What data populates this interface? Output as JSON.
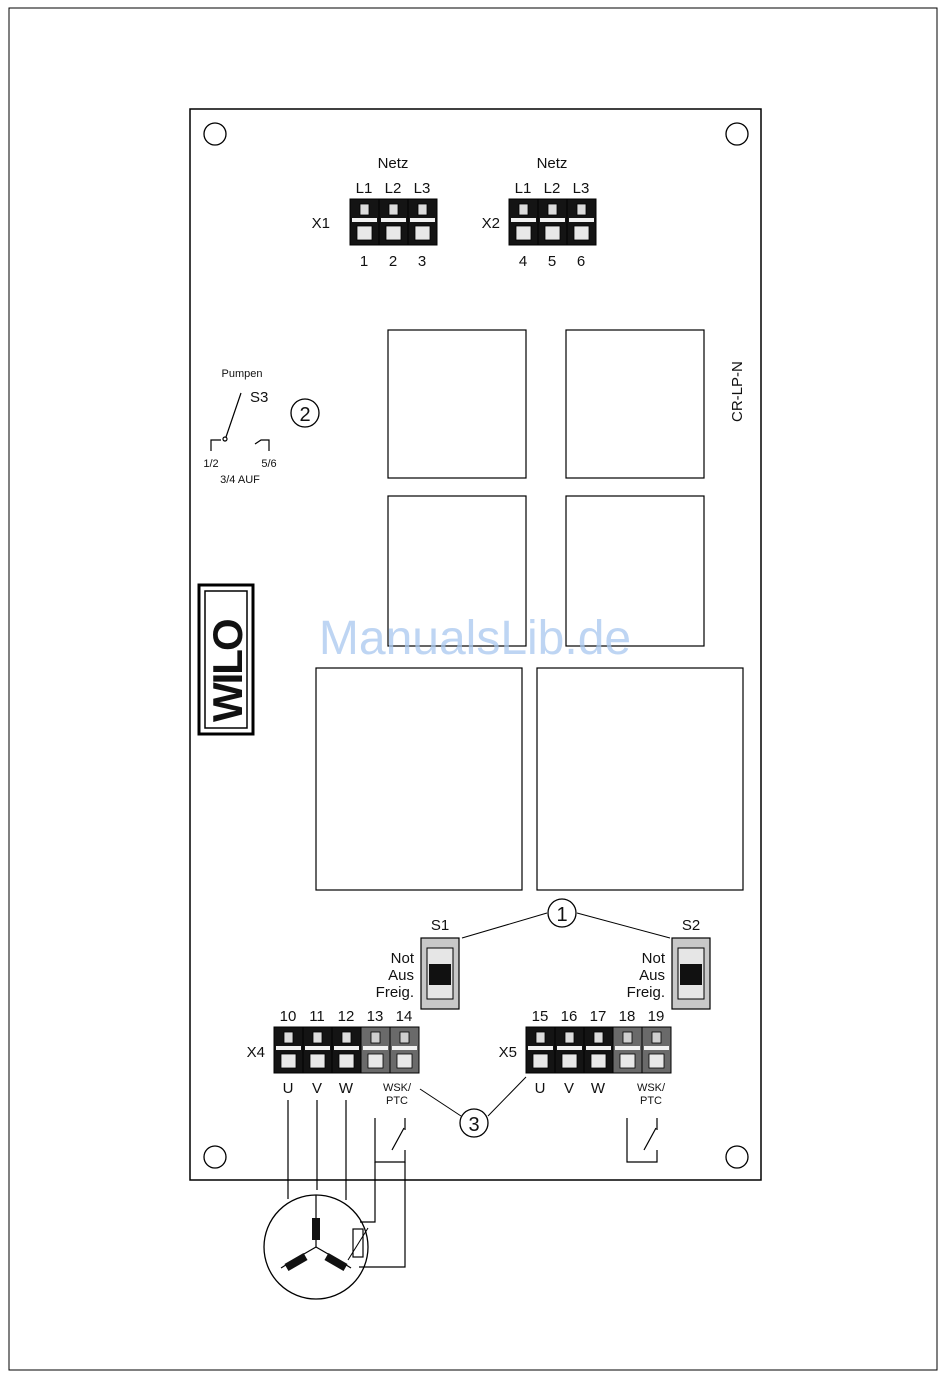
{
  "watermark": "ManualsLib.de",
  "board": {
    "model": "CR-LP-N",
    "logo": "WILO"
  },
  "x1": {
    "name": "X1",
    "group": "Netz",
    "phases": [
      "L1",
      "L2",
      "L3"
    ],
    "numbers": [
      "1",
      "2",
      "3"
    ]
  },
  "x2": {
    "name": "X2",
    "group": "Netz",
    "phases": [
      "L1",
      "L2",
      "L3"
    ],
    "numbers": [
      "4",
      "5",
      "6"
    ]
  },
  "s3": {
    "title": "Pumpen",
    "name": "S3",
    "left": "1/2",
    "right": "5/6",
    "bottom": "3/4 AUF"
  },
  "s1": {
    "name": "S1",
    "lines": [
      "Not",
      "Aus",
      "Freig."
    ]
  },
  "s2": {
    "name": "S2",
    "lines": [
      "Not",
      "Aus",
      "Freig."
    ]
  },
  "x4": {
    "name": "X4",
    "numbers": [
      "10",
      "11",
      "12",
      "13",
      "14"
    ],
    "phases": [
      "U",
      "V",
      "W"
    ],
    "sensor": [
      "WSK/",
      "PTC"
    ]
  },
  "x5": {
    "name": "X5",
    "numbers": [
      "15",
      "16",
      "17",
      "18",
      "19"
    ],
    "phases": [
      "U",
      "V",
      "W"
    ],
    "sensor": [
      "WSK/",
      "PTC"
    ]
  },
  "callouts": [
    "1",
    "2",
    "3"
  ]
}
